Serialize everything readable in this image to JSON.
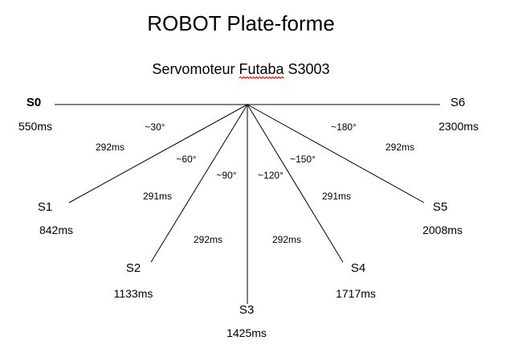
{
  "title": "ROBOT Plate-forme",
  "subtitle": {
    "before": "Servomoteur ",
    "underlined": "Futaba",
    "after": " S3003"
  },
  "positions": [
    {
      "name": "S0",
      "time": "550ms",
      "angle_deg": 0
    },
    {
      "name": "S1",
      "time": "842ms",
      "angle_deg": 30
    },
    {
      "name": "S2",
      "time": "1133ms",
      "angle_deg": 60
    },
    {
      "name": "S3",
      "time": "1425ms",
      "angle_deg": 90
    },
    {
      "name": "S4",
      "time": "1717ms",
      "angle_deg": 120
    },
    {
      "name": "S5",
      "time": "2008ms",
      "angle_deg": 150
    },
    {
      "name": "S6",
      "time": "2300ms",
      "angle_deg": 180
    }
  ],
  "angles": [
    "~30°",
    "~60°",
    "~90°",
    "~120°",
    "~150°",
    "~180°"
  ],
  "intervals": [
    "292ms",
    "291ms",
    "292ms",
    "292ms",
    "291ms",
    "292ms"
  ]
}
